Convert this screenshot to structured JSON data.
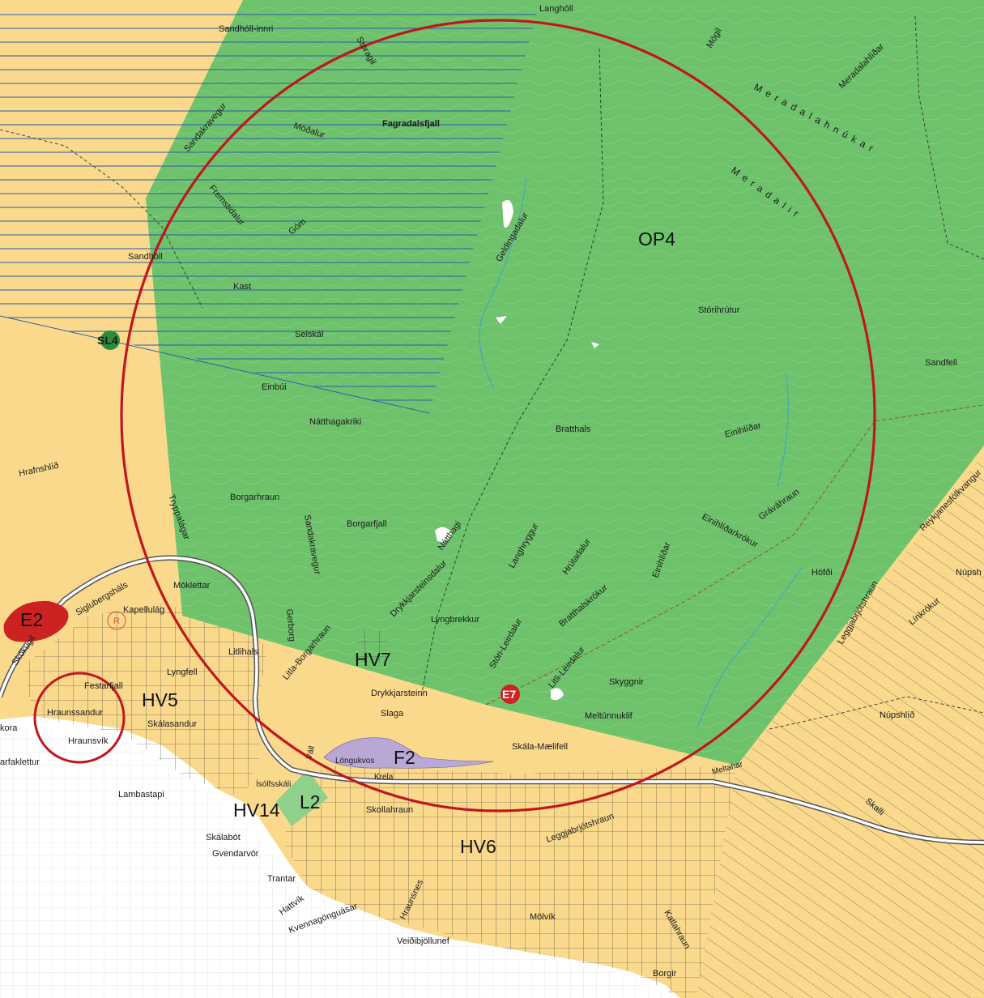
{
  "colors": {
    "agricultural": "#fbd98c",
    "open_area": "#6ec26c",
    "sea": "#ffffff",
    "circle": "#c0161c",
    "hatch": "#2f5fa8",
    "road": "#555555",
    "protected_zone": "#cc2222",
    "pond": "#b9a7d6"
  },
  "zones": {
    "op4": "OP4",
    "hv5": "HV5",
    "hv6": "HV6",
    "hv7": "HV7",
    "hv14": "HV14",
    "f2": "F2",
    "l2": "L2",
    "e2": "E2",
    "e7": "E7",
    "sl4": "SL4"
  },
  "places": {
    "langholl": "Langhóll",
    "sandholl_innri": "Sandhóll-innri",
    "storagil": "Storagil",
    "mogil": "Mógil",
    "meradalahlidar": "Meradalahlíðar",
    "meradalahnukar": "Meradalahnúkar",
    "meradalir": "Meradalir",
    "fagradalsfjall": "Fagradalsfjall",
    "modalur": "Möðalur",
    "sandakravegur_top": "Sandakravegur",
    "fremstidalur": "Fremstidalur",
    "gom": "Góm",
    "sandholl": "Sandhóll",
    "kast": "Kast",
    "selskal": "Selskál",
    "einbui": "Einbúi",
    "natthagakriki": "Nátthagakriki",
    "geldingadalur": "Geldingadalur",
    "storihrutur": "Stórihrútur",
    "sandfell": "Sandfell",
    "bratthals": "Bratthals",
    "einihlidar_top": "Einihlíðar",
    "hrafnshlid": "Hrafnshlíð",
    "borgarhraun": "Borgarhraun",
    "borgarfjall": "Borgarfjall",
    "sandakravegur_mid": "Sandakravegur",
    "nattagi": "Nátthagi",
    "langhryggur": "Langhryggur",
    "hrutadalur": "Hrútadalur",
    "einihlidar": "Einihlíðar",
    "einihlidarkrokur": "Einihlíðarkrókur",
    "gravikuhraun": "Gráváhraun",
    "reykjanesfolkvangur": "Reykjanesfólkvangur",
    "hofdi": "Höfði",
    "nupsh_vest": "Núpsh (Vest",
    "leggjabrjotshraun_e": "Leggjabrjótshraun",
    "linkrokur": "Línkrókur",
    "tryppalagar": "Tryppalágar",
    "moklettar": "Móklettar",
    "drykkjarsteinsdalur": "Drykkjarsteinsdalur",
    "lyngbrekkur": "Lyngbrekkur",
    "bratthalskrokur": "Bratthalskrókur",
    "storileirdalur": "Stóri-Leirdalur",
    "litlileirdalur": "Litli-Leirdalur",
    "skyggnir": "Skyggnir",
    "meltunnuklif": "Meltúnnuklif",
    "kapellulag": "Kapellulág",
    "siglubergshals": "Siglubergsháls",
    "skokugil": "Skókugil",
    "gerborg": "Gerborg",
    "litlihals": "Litlihals",
    "litla_borgarhraun": "Litla-Borgarhraun",
    "lyngfell": "Lyngfell",
    "festarfjall": "Festarfjall",
    "drykkjarsteinn": "Drykkjarsteinn",
    "slaga": "Slaga",
    "nupshlid": "Núpshlíð",
    "hraunssandur": "Hraunssandur",
    "skalasandur": "Skálasandur",
    "hraunsvik": "Hraunsvík",
    "skora": "kora",
    "arfaklettur": "arfaklettur",
    "skala_maelifell": "Skála-Mælifell",
    "longukvos": "Löngukvos",
    "vall": "Váll",
    "krela": "Krela",
    "isolfsskali": "Ísólfsskáli",
    "meltahar": "Meltahar",
    "skalli": "Skalli",
    "lambastapi": "Lambastapi",
    "skollahraun": "Skollahraun",
    "leggjabrjotshraun_s": "Leggjabrjótshraun",
    "skalabot": "Skálabót",
    "gvendarvor": "Gvendarvör",
    "trantar": "Trantar",
    "hattvik": "Hattvík",
    "kvennagonguba": "Kvennagönguásar",
    "hraunsnes": "Hraunsnes",
    "molvik": "Mölvík",
    "katlahraun": "Katlahraun",
    "veidibjollunef": "Veiðibjöllunef",
    "borgir": "Borgir",
    "r_symbol": "R"
  }
}
